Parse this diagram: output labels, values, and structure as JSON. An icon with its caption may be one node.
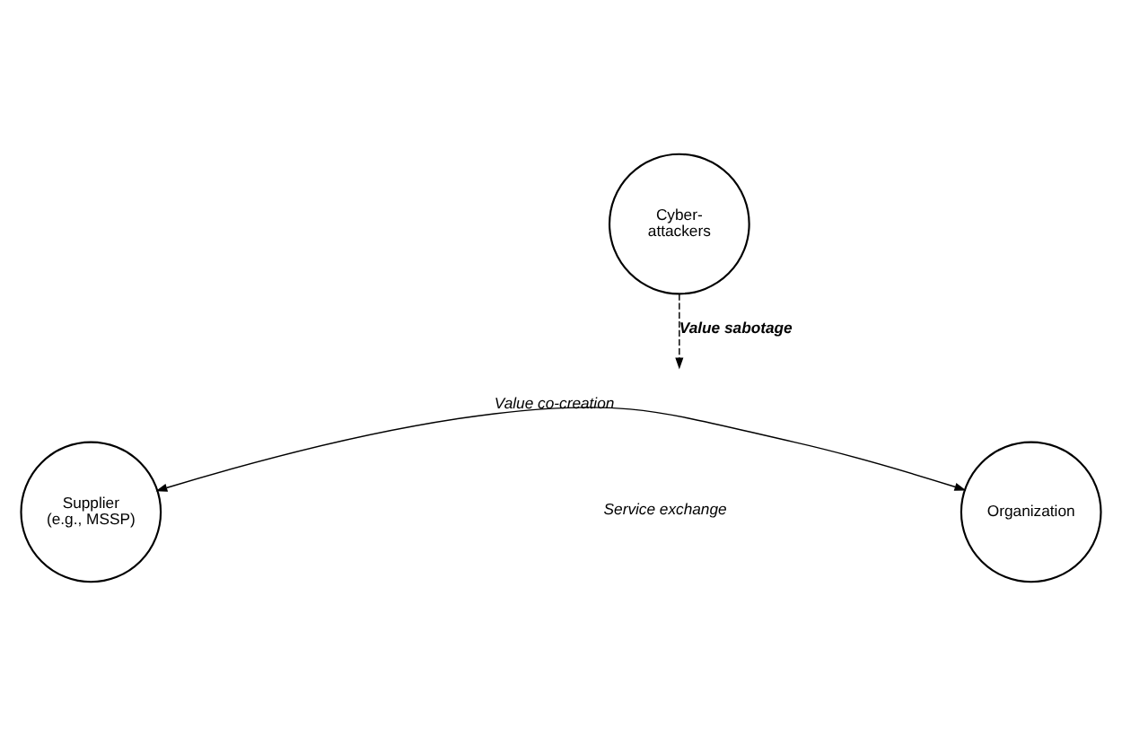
{
  "diagram": {
    "nodes": [
      {
        "text": [
          "Cyber- attackers"
        ]
      },
      {
        "text": [
          "Supplier (e.g., MSSP)"
        ]
      },
      {
        "text": [
          "Organization"
        ]
      }
    ],
    "edges": [
      {
        "from": 0,
        "to": null,
        "arrow": "to",
        "label": "Value sabotage",
        "style": "dashed"
      },
      {
        "from": 1,
        "to": 2,
        "arrow": "both",
        "label": "Value co-creation"
      }
    ],
    "labels": [
      "Service exchange"
    ]
  }
}
